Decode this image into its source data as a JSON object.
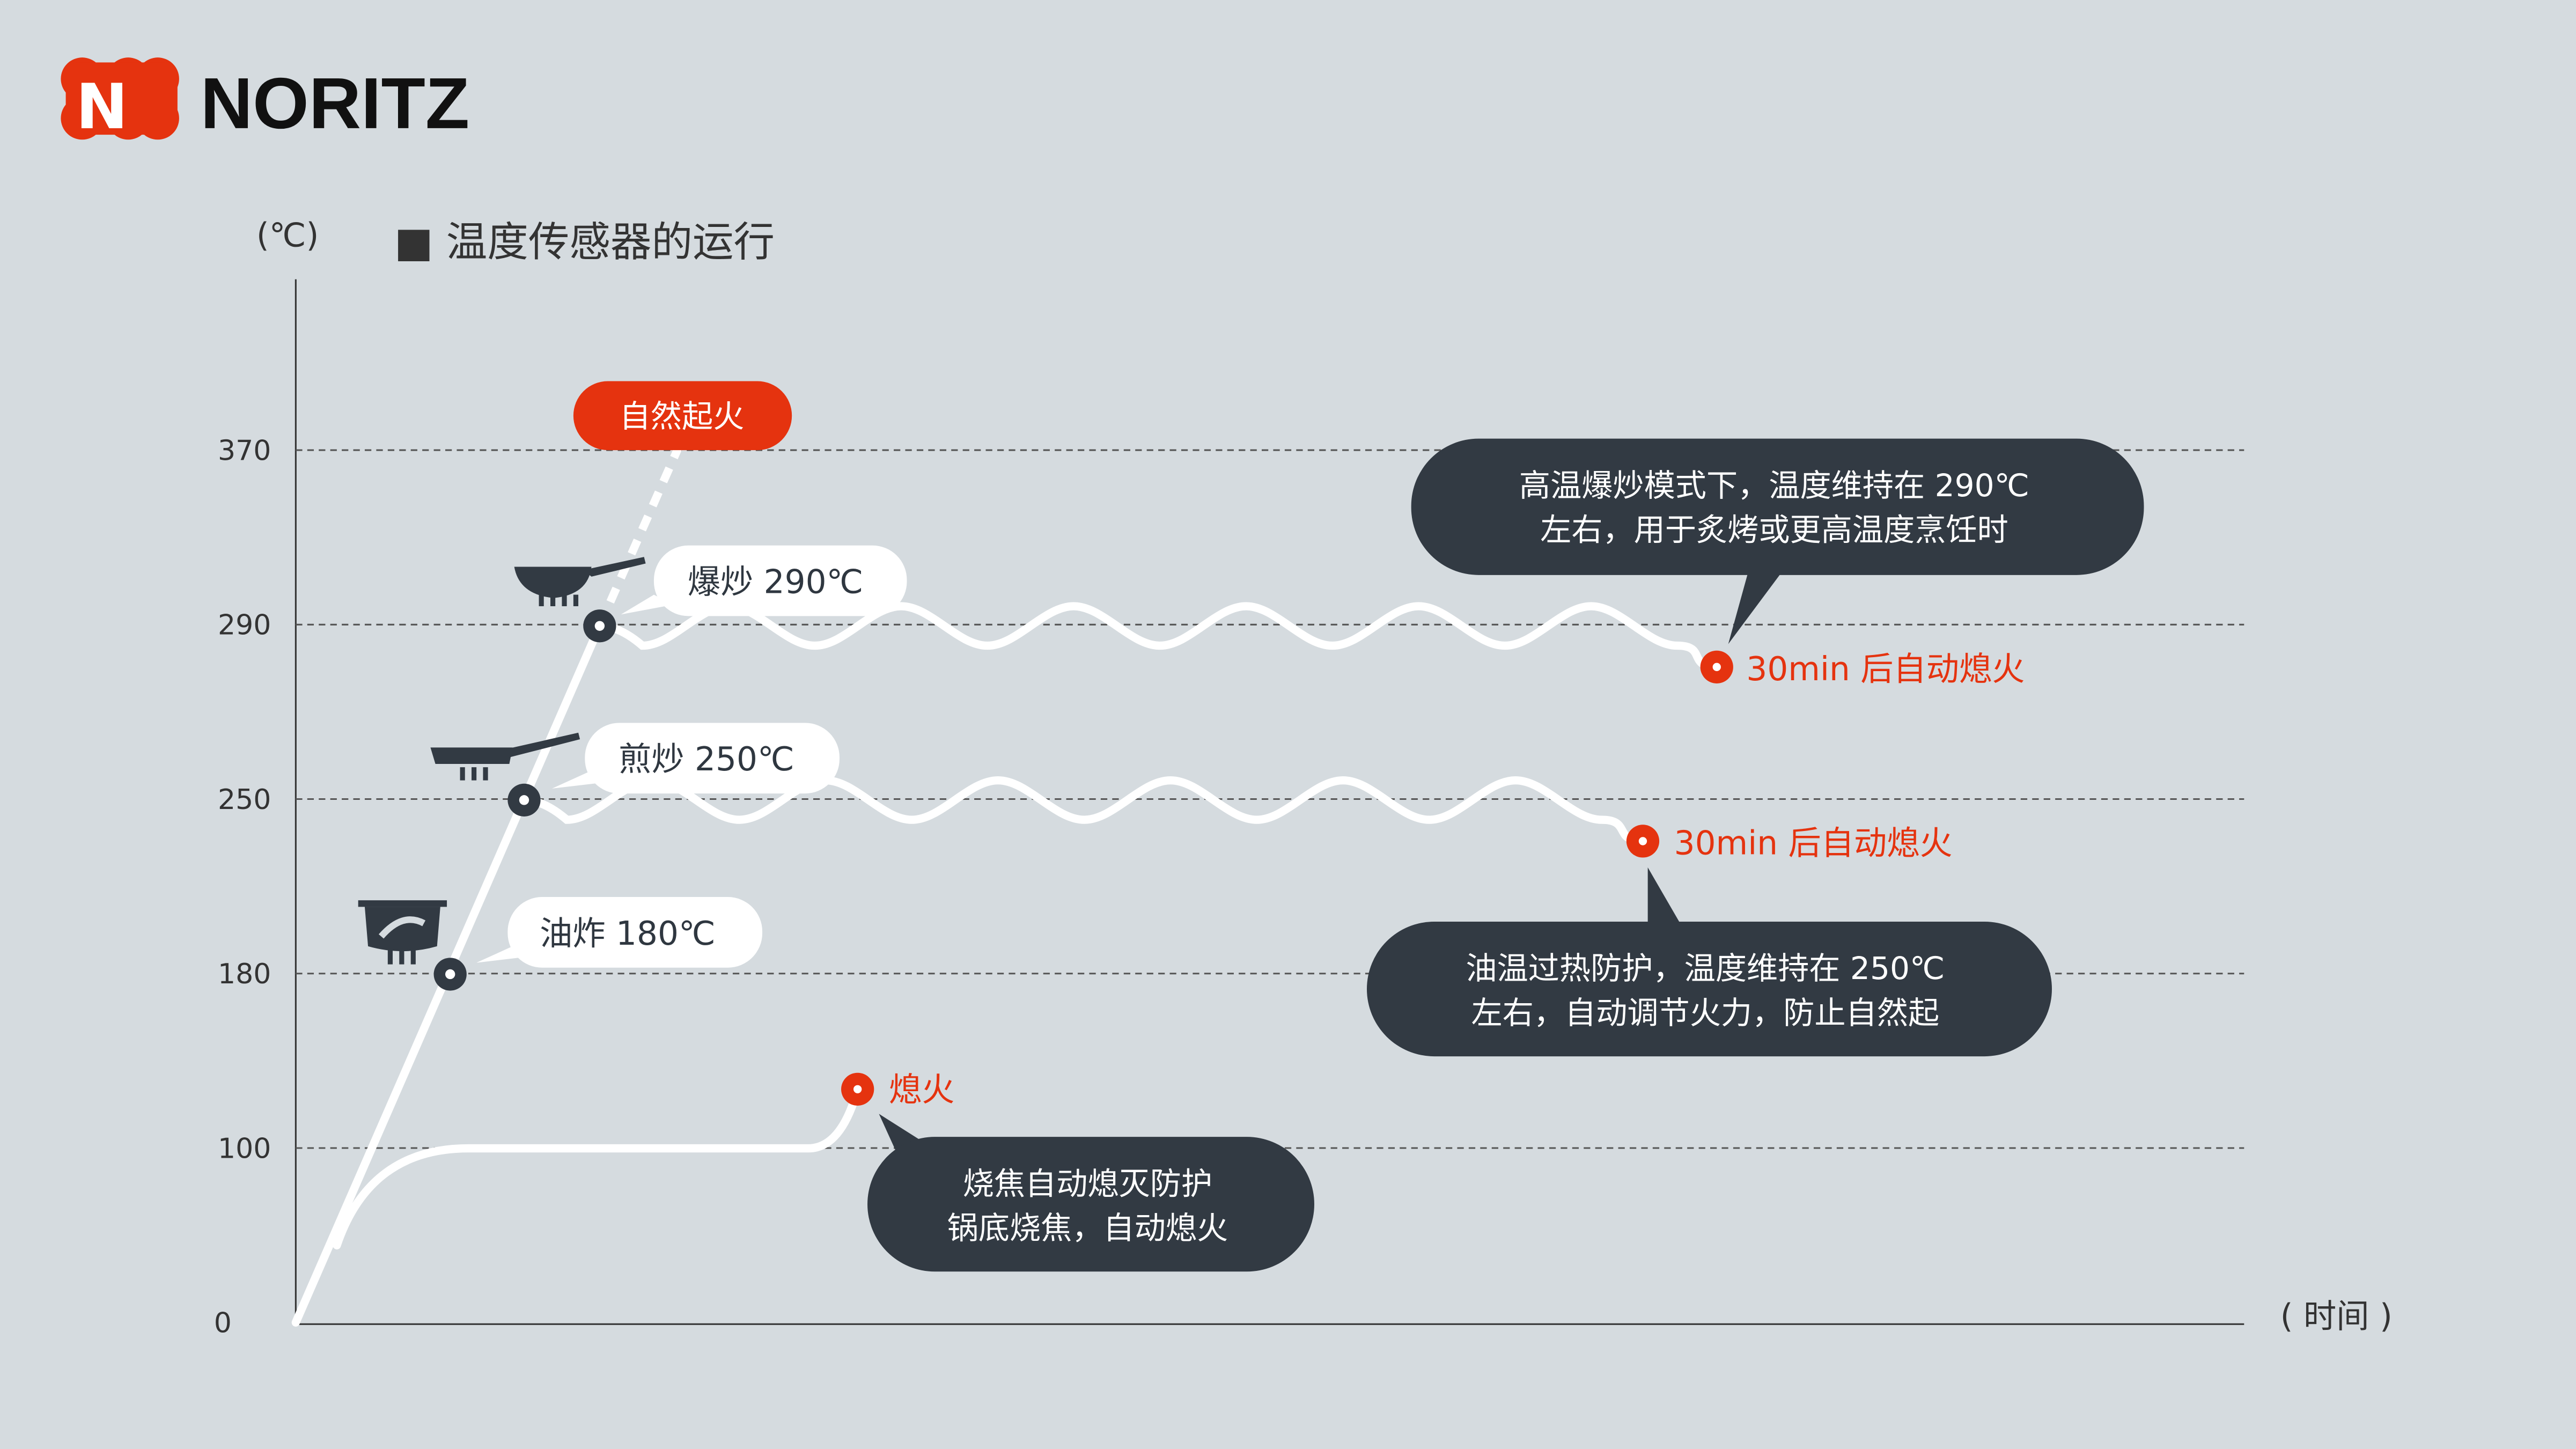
{
  "brand": {
    "logo_letter": "N",
    "name": "NORITZ"
  },
  "colors": {
    "accent": "#e5330f",
    "dark": "#323a43",
    "background": "#d5dbdf",
    "curve": "#ffffff"
  },
  "chart_data": {
    "type": "line",
    "title": "■ 温度传感器的运行",
    "ylabel": "(℃)",
    "xlabel": "( 时间 )",
    "y_ticks": [
      "0",
      "100",
      "180",
      "250",
      "290",
      "370"
    ],
    "grid": true,
    "series": [
      {
        "name": "自然起火",
        "description_label": "自然起火",
        "peak": 370
      },
      {
        "name": "爆炒",
        "label": "爆炒 290℃",
        "hold": 290,
        "end_label": "30min 后自动熄火"
      },
      {
        "name": "煎炒",
        "label": "煎炒 250℃",
        "hold": 250,
        "end_label": "30min 后自动熄火"
      },
      {
        "name": "油炸",
        "label": "油炸 180℃",
        "hold": 180
      },
      {
        "name": "烧焦",
        "hold": 100,
        "end_label": "熄火"
      }
    ],
    "annotations": [
      {
        "lines": [
          "高温爆炒模式下，温度维持在 290℃",
          "左右，用于炙烤或更高温度烹饪时"
        ]
      },
      {
        "lines": [
          "油温过热防护，温度维持在 250℃",
          "左右，自动调节火力，防止自然起"
        ]
      },
      {
        "lines": [
          "烧焦自动熄灭防护",
          "锅底烧焦，自动熄火"
        ]
      }
    ]
  }
}
